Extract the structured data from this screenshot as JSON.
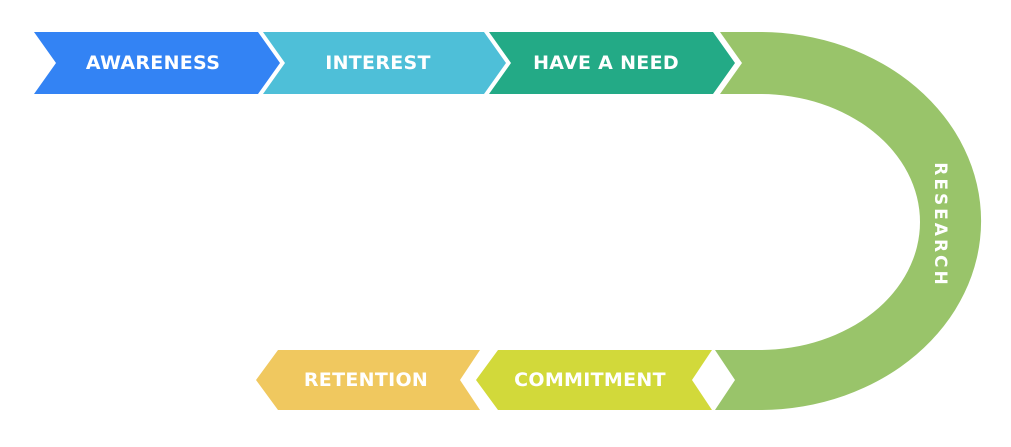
{
  "stages": {
    "awareness": {
      "label": "AWARENESS",
      "color": "#3383f4"
    },
    "interest": {
      "label": "INTEREST",
      "color": "#4ebfd8"
    },
    "have_need": {
      "label": "HAVE A NEED",
      "color": "#23aa86"
    },
    "research": {
      "label": "RESEARCH",
      "color": "#99c46a"
    },
    "commitment": {
      "label": "COMMITMENT",
      "color": "#d2d93a"
    },
    "retention": {
      "label": "RETENTION",
      "color": "#f0c85f"
    }
  }
}
